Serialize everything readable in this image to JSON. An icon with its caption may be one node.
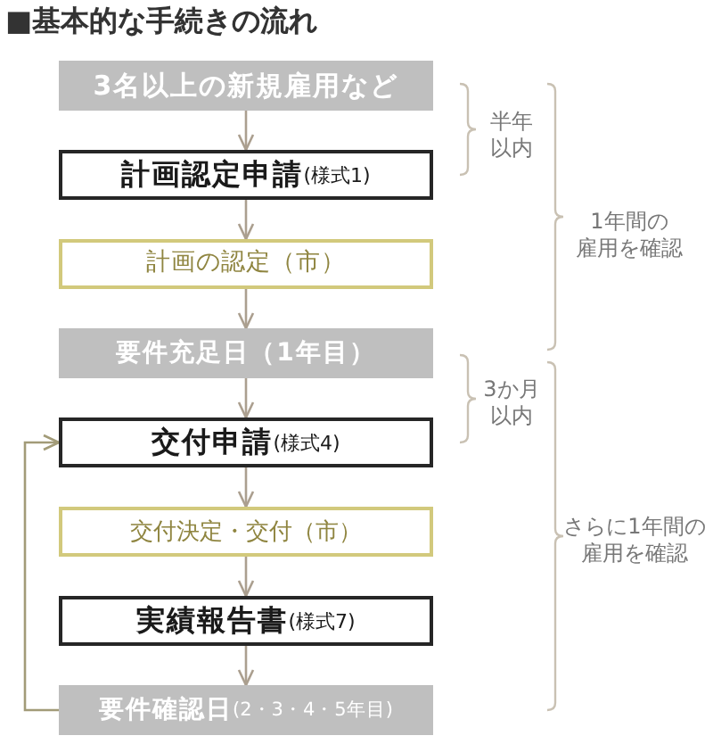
{
  "diagram": {
    "title": "■基本的な手続きの流れ",
    "nodes": [
      {
        "text": [
          "3名以上の新規雇用など"
        ]
      },
      {
        "text": [
          "**計画認定申請**(様式1)"
        ]
      },
      {
        "text": [
          "計画の認定（市）"
        ]
      },
      {
        "text": [
          "要件充足日（1年目）"
        ]
      },
      {
        "text": [
          "**交付申請**(様式4)"
        ]
      },
      {
        "text": [
          "交付決定・交付（市）"
        ]
      },
      {
        "text": [
          "**実績報告書**(様式7)"
        ]
      },
      {
        "text": [
          "**要件確認日**(2・3・4・5年目)"
        ]
      }
    ],
    "edges": [
      {
        "from": 0,
        "to": 1,
        "arrow": "to"
      },
      {
        "from": 1,
        "to": 2,
        "arrow": "to"
      },
      {
        "from": 2,
        "to": 3,
        "arrow": "to"
      },
      {
        "from": 3,
        "to": 4,
        "arrow": "to"
      },
      {
        "from": 4,
        "to": 5,
        "arrow": "to"
      },
      {
        "from": 5,
        "to": 6,
        "arrow": "to"
      },
      {
        "from": 6,
        "to": 7,
        "arrow": "to"
      },
      {
        "from": 7,
        "to": 4,
        "arrow": "to",
        "color": "#a29b78"
      }
    ],
    "labels": [
      "半年以内",
      "1年間の雇用を確認",
      "3か月以内",
      "さらに1年間の雇用を確認"
    ]
  }
}
